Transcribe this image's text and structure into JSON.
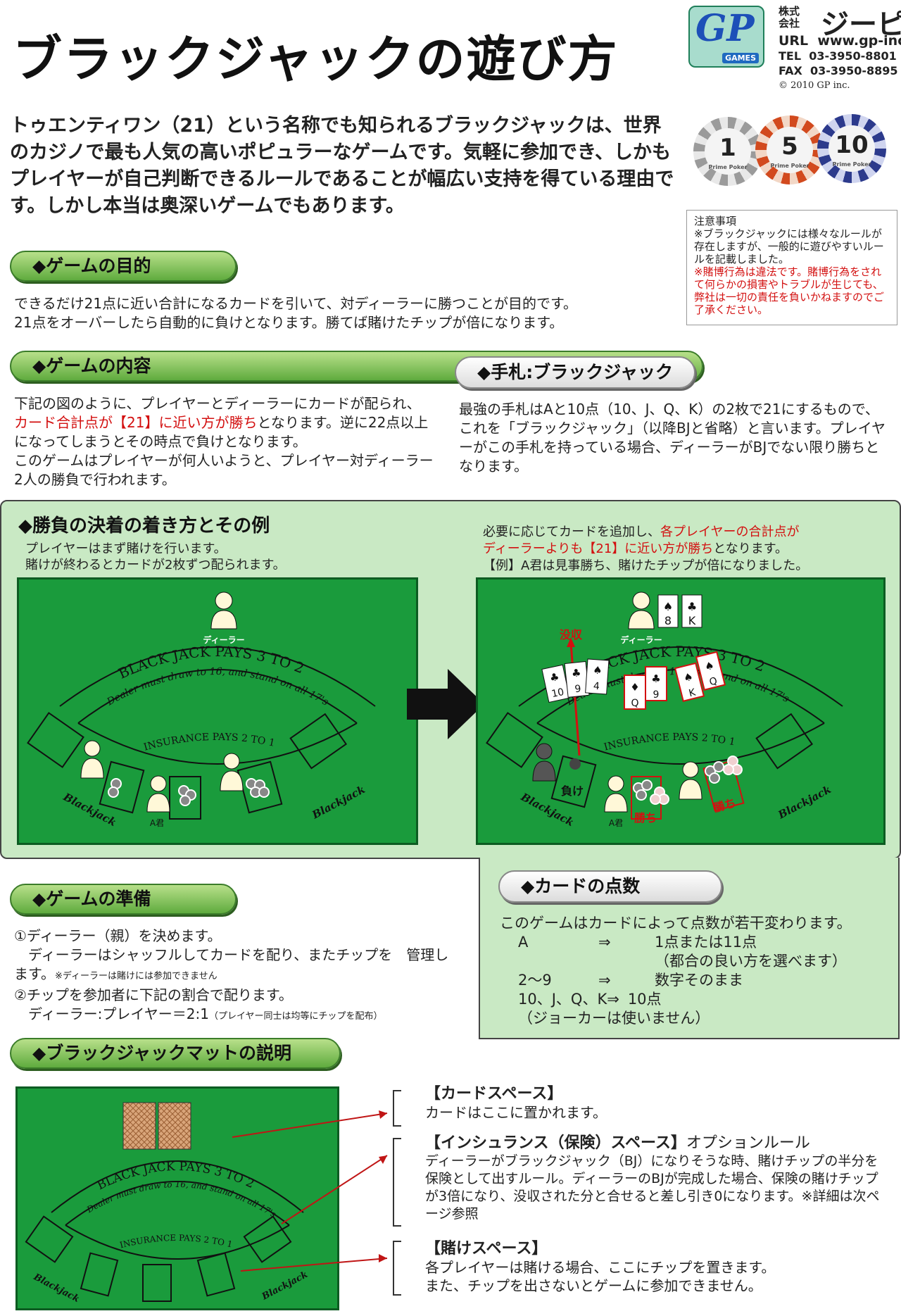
{
  "header": {
    "title": "ブラックジャックの遊び方",
    "logo": {
      "letters": "GP",
      "sub": "GAMES"
    },
    "company": {
      "prefix_top": "株式",
      "prefix_bottom": "会社",
      "name": "ジーピー"
    },
    "url_label": "URL",
    "url": "www.gp-inc.jp",
    "tel_label": "TEL",
    "tel": "03-3950-8801",
    "fax_label": "FAX",
    "fax": "03-3950-8895",
    "copyright": "© 2010 GP inc."
  },
  "chips": [
    {
      "value": "1",
      "brand": "Prime Poker",
      "color": "#9b9b9b"
    },
    {
      "value": "5",
      "brand": "Prime Poker",
      "color": "#d24a1e"
    },
    {
      "value": "10",
      "brand": "Prime Poker",
      "color": "#2c3a8c"
    }
  ],
  "intro": "トゥエンティワン（21）という名称でも知られるブラックジャックは、世界のカジノで最も人気の高いポピュラーなゲームです。気軽に参加でき、しかもプレイヤーが自己判断できるルールであることが幅広い支持を得ている理由です。しかし本当は奥深いゲームでもあります。",
  "notice": {
    "title": "注意事項",
    "line1": "※ブラックジャックには様々なルールが存在しますが、一般的に遊びやすいルールを記載しました。",
    "line2": "※賭博行為は違法です。賭博行為をされて何らかの損害やトラブルが生じても、弊社は一切の責任を負いかねますのでご了承ください。"
  },
  "objective": {
    "heading": "◆ゲームの目的",
    "line1": "できるだけ21点に近い合計になるカードを引いて、対ディーラーに勝つことが目的です。",
    "line2": "21点をオーバーしたら自動的に負けとなります。勝てば賭けたチップが倍になります。"
  },
  "content": {
    "heading": "◆ゲームの内容",
    "p1": "下記の図のように、プレイヤーとディーラーにカードが配られ、",
    "p2_red": "カード合計点が【21】に近い方が勝ち",
    "p2_rest": "となります。逆に22点以上になってしまうとその時点で負けとなります。",
    "p3": "このゲームはプレイヤーが何人いようと、プレイヤー対ディーラー2人の勝負で行われます。"
  },
  "hand": {
    "heading": "◆手札:ブラックジャック",
    "text": "最強の手札はAと10点（10、J、Q、K）の2枚で21にするもので、これを「ブラックジャック」（以降BJと省略）と言います。プレイヤーがこの手札を持っている場合、ディーラーがBJでない限り勝ちとなります。"
  },
  "settle": {
    "heading": "◆勝負の決着の着き方とその例",
    "left1": "プレイヤーはまず賭けを行います。",
    "left2": "賭けが終わるとカードが2枚ずつ配られます。",
    "right1a": "必要に応じてカードを追加し、",
    "right1b_red": "各プレイヤーの合計点が",
    "right2_red": "ディーラーよりも【21】に近い方が勝ち",
    "right2b": "となります。",
    "right3": "【例】A君は見事勝ち、賭けたチップが倍になりました。"
  },
  "table": {
    "dealer": "ディーラー",
    "pays": "BLACK JACK PAYS 3 TO 2",
    "rule": "Dealer must draw to 16, and stand on all 17's",
    "insurance": "INSURANCE PAYS 2 TO 1",
    "blackjack": "Blackjack",
    "player_a": "A君",
    "confiscate": "没収",
    "lose": "負け",
    "win": "勝ち"
  },
  "cards": {
    "dealer": [
      "8",
      "K"
    ],
    "p1": [
      "10",
      "9",
      "4"
    ],
    "p2": [
      "Q",
      "9"
    ],
    "p3": [
      "K",
      "Q"
    ]
  },
  "prep": {
    "heading": "◆ゲームの準備",
    "l1": "①ディーラー（親）を決めます。",
    "l2": "　ディーラーはシャッフルしてカードを配り、またチップを　管理します。",
    "l2_note": "※ディーラーは賭けには参加できません",
    "l3": "②チップを参加者に下記の割合で配ります。",
    "l4": "　ディーラー:プレイヤー＝2:1",
    "l4_note": "（プレイヤー同士は均等にチップを配布）"
  },
  "points": {
    "heading": "◆カードの点数",
    "intro": "このゲームはカードによって点数が若干変わります。",
    "rows": [
      {
        "card": "A",
        "arrow": "⇒",
        "value": "1点または11点"
      },
      {
        "card": "",
        "arrow": "",
        "value": "（都合の良い方を選べます）"
      },
      {
        "card": "2〜9",
        "arrow": "⇒",
        "value": "数字そのまま"
      },
      {
        "card": "10、J、Q、K⇒",
        "arrow": "",
        "value": "10点"
      },
      {
        "card": "（ジョーカーは使いません）",
        "arrow": "",
        "value": ""
      }
    ]
  },
  "mat": {
    "heading": "◆ブラックジャックマットの説明",
    "card_space_title": "【カードスペース】",
    "card_space_text": "カードはここに置かれます。",
    "ins_title": "【インシュランス（保険）スペース】",
    "ins_sub": "オプションルール",
    "ins_text": "ディーラーがブラックジャック（BJ）になりそうな時、賭けチップの半分を保険として出すルール。ディーラーのBJが完成した場合、保険の賭けチップが3倍になり、没収された分と合せると差し引き0になります。※詳細は次ページ参照",
    "bet_title": "【賭けスペース】",
    "bet_text1": "各プレイヤーは賭ける場合、ここにチップを置きます。",
    "bet_text2": "また、チップを出さないとゲームに参加できません。"
  }
}
